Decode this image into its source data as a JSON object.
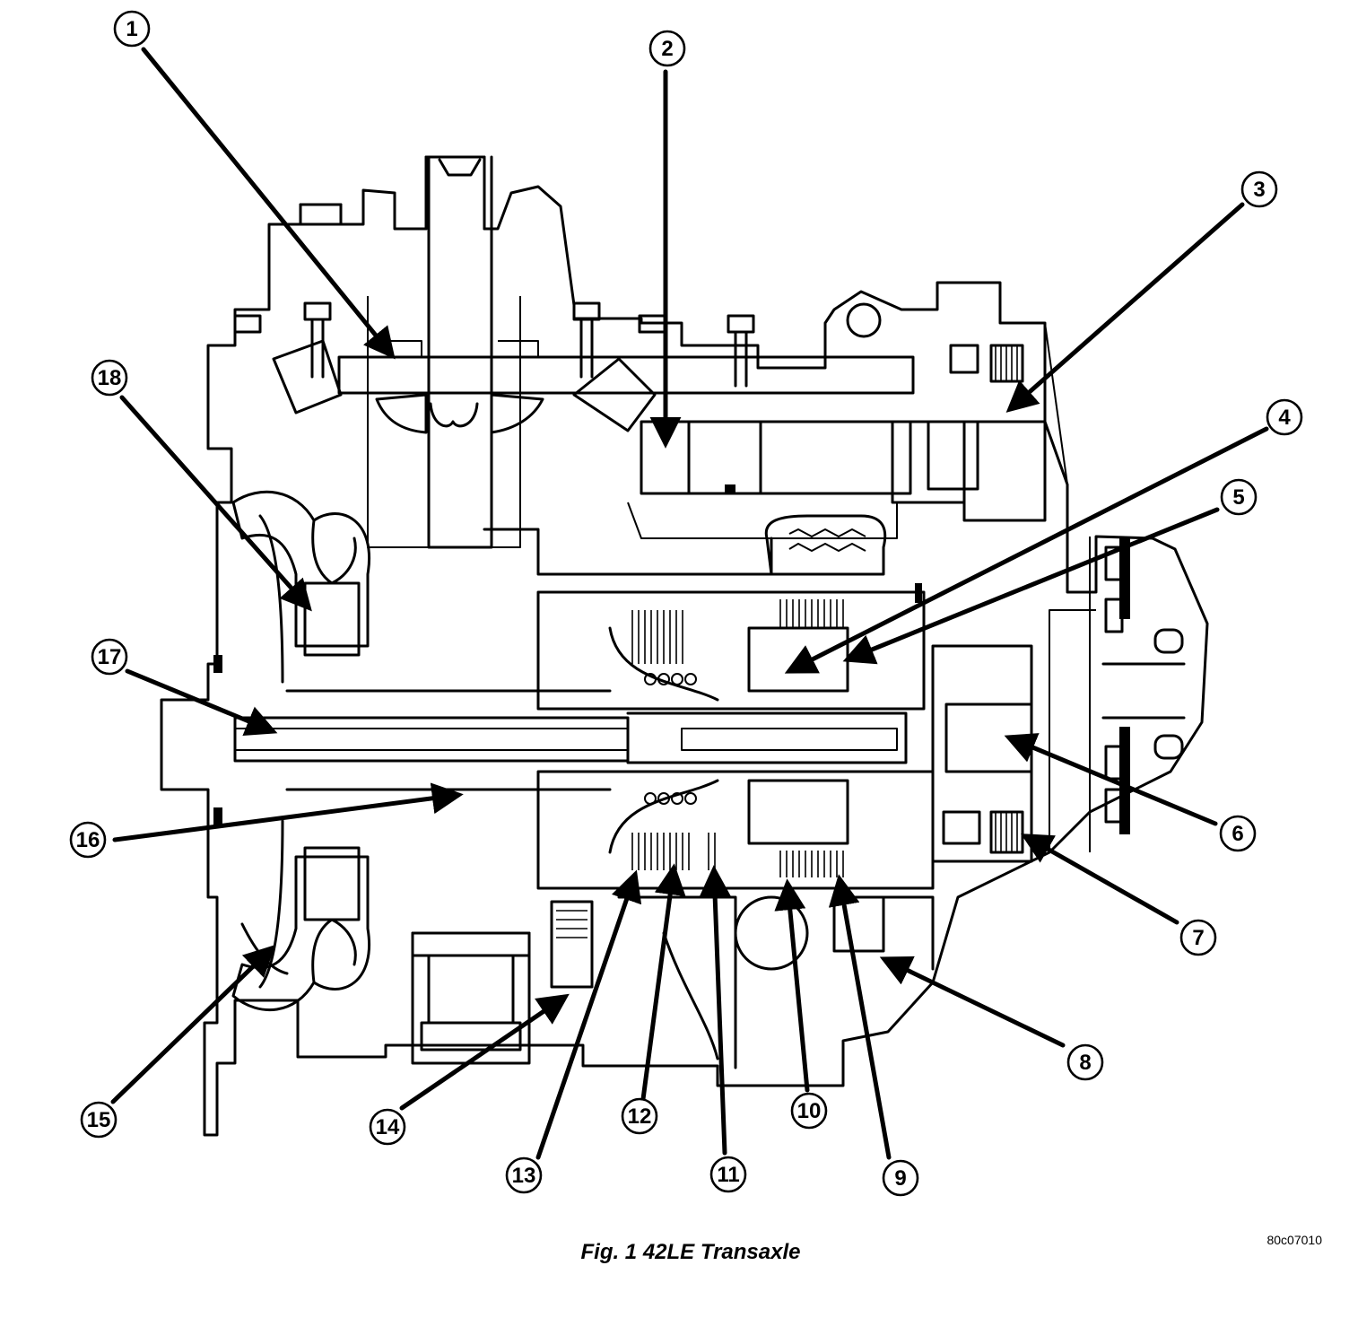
{
  "caption": "Fig. 1 42LE Transaxle",
  "figure_code": "80c07010",
  "callouts": [
    "1",
    "2",
    "3",
    "4",
    "5",
    "6",
    "7",
    "8",
    "9",
    "10",
    "11",
    "12",
    "13",
    "14",
    "15",
    "16",
    "17",
    "18"
  ]
}
